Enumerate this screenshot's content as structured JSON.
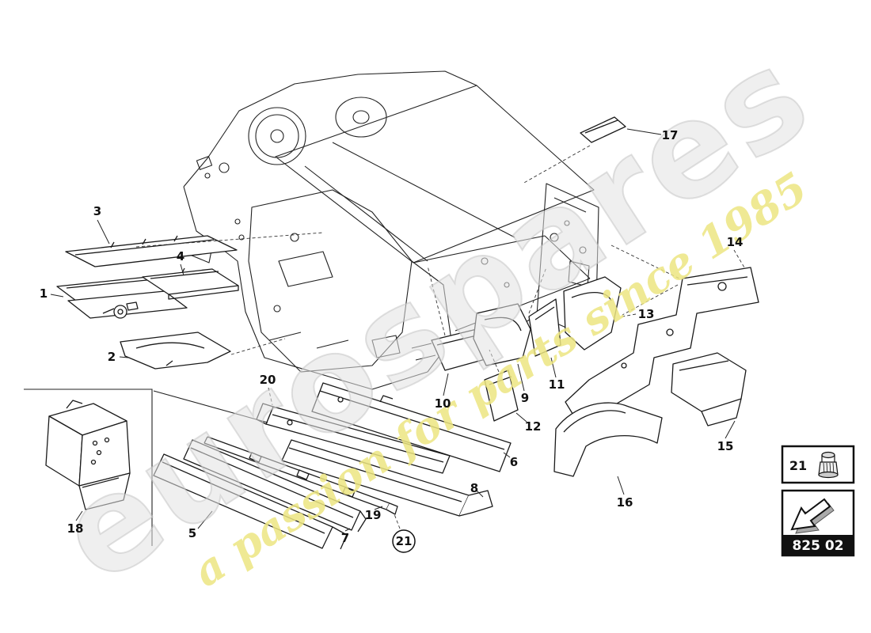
{
  "watermark": {
    "brand": "eurospares",
    "tagline": "a passion for parts since 1985"
  },
  "legend": {
    "item": "21"
  },
  "code_box": {
    "code": "825 02"
  },
  "callouts": {
    "c1": "1",
    "c2": "2",
    "c3": "3",
    "c4": "4",
    "c5": "5",
    "c6": "6",
    "c7": "7",
    "c8": "8",
    "c9": "9",
    "c10": "10",
    "c11": "11",
    "c12": "12",
    "c13": "13",
    "c14": "14",
    "c15": "15",
    "c16": "16",
    "c17": "17",
    "c18": "18",
    "c19": "19",
    "c20": "20",
    "c21": "21"
  }
}
